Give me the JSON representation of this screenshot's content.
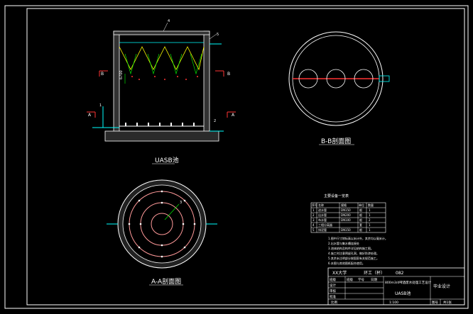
{
  "drawing": {
    "uasb_section_title": "UASB池",
    "bb_section_title": "B-B剖面图",
    "aa_section_title": "A-A剖面图",
    "section_mark_a": "A",
    "section_mark_b": "B",
    "callouts": [
      "1",
      "2",
      "3",
      "4",
      "5"
    ],
    "dimension_text": "6700",
    "notes": [
      "1.图中尺寸除标高以米计外，其余均以毫米计。",
      "2.出水管与集水槽连接处",
      "3.池体结构及构件详见结构施工图。",
      "4.施工时注意预留孔洞，做好防渗处理。",
      "5.其余未注明部分按国家有关规范施工。",
      "6.本图与其他图纸配合使用。"
    ]
  },
  "equipment_table": {
    "title": "主要设备一览表",
    "headers": [
      "序号",
      "名称",
      "规格",
      "单位",
      "数量"
    ],
    "rows": [
      [
        "1",
        "进水管",
        "DN150",
        "根",
        "1"
      ],
      [
        "2",
        "出水管",
        "DN200",
        "根",
        "1"
      ],
      [
        "3",
        "布水管",
        "DN100",
        "根",
        "2"
      ],
      [
        "4",
        "三相分离器",
        "",
        "套",
        "1"
      ],
      [
        "5",
        "排泥管",
        "DN150",
        "根",
        "1"
      ]
    ]
  },
  "title_block": {
    "school": "XX大学",
    "dept": "环工（杯）",
    "class_no": "082",
    "row_labels": [
      "班级",
      "设计",
      "审核",
      "批准"
    ],
    "header_cells": [
      "班级",
      "学号",
      "日期"
    ],
    "project": "800m3/d啤酒废水处理工艺设计",
    "drawing_name": "UASB池",
    "stage": "毕业设计",
    "scale_label": "比例",
    "scale_value": "1:100",
    "sheet_label": "图号",
    "sheet_value": "共1张"
  }
}
